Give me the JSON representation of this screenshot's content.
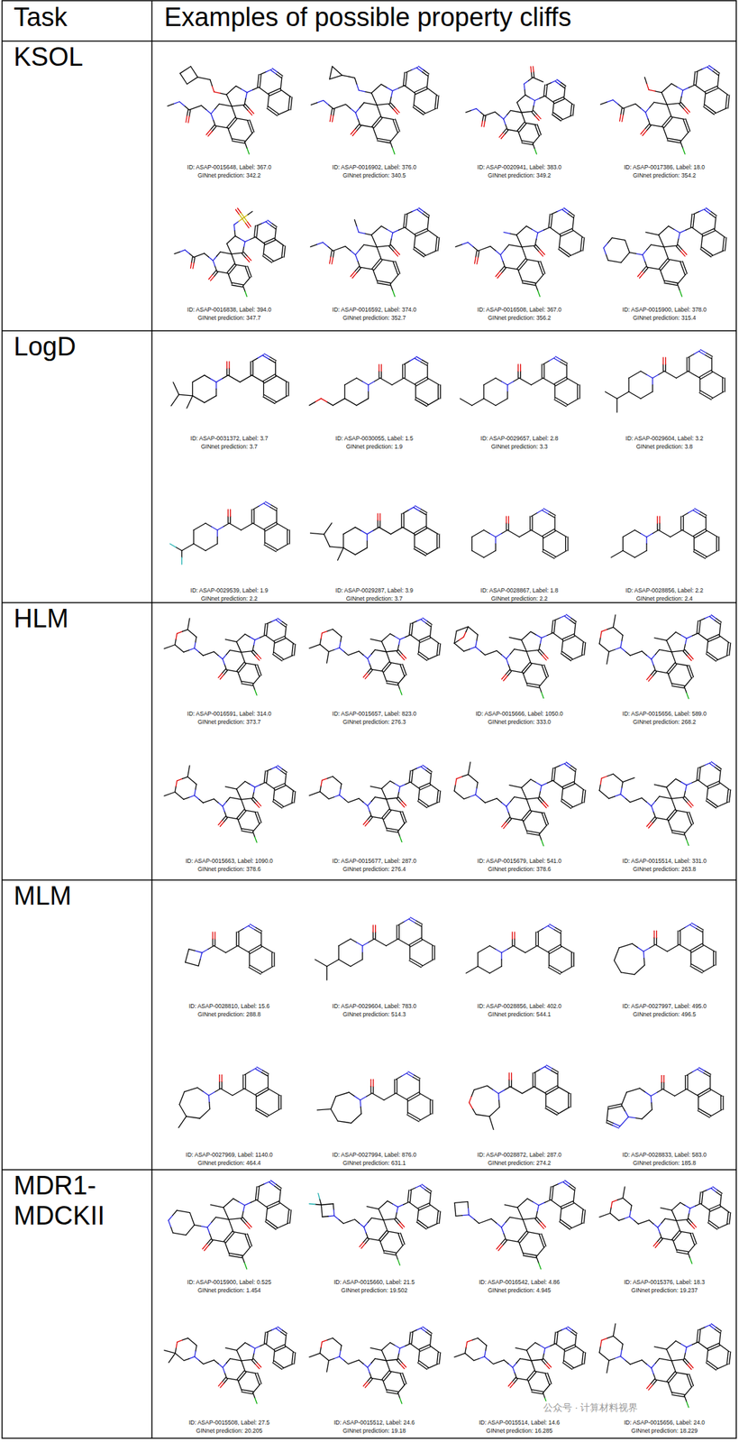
{
  "diagram": {
    "labels": [
      "Task",
      "Examples of possible property cliffs",
      "KSOL",
      "ID: ASAP-0015648, Label: 367.0",
      "GINnet prediction: 342.2",
      "ID: ASAP-0016902, Label: 376.0",
      "GINnet prediction: 340.5",
      "ID: ASAP-0020941, Label: 383.0",
      "GINnet prediction: 349.2",
      "ID: ASAP-0017386, Label: 18.0",
      "GINnet prediction: 354.2",
      "ID: ASAP-0016838, Label: 394.0",
      "GINnet prediction: 347.7",
      "ID: ASAP-0016592, Label: 374.0",
      "GINnet prediction: 352.7",
      "ID: ASAP-0016508, Label: 367.0",
      "GINnet prediction: 356.2",
      "ID: ASAP-0015900, Label: 378.0",
      "GINnet prediction: 315.4",
      "LogD",
      "ID: ASAP-0031372, Label: 3.7",
      "GINnet prediction: 3.7",
      "ID: ASAP-0030055, Label: 1.5",
      "GINnet prediction: 1.9",
      "ID: ASAP-0029657, Label: 2.8",
      "GINnet prediction: 3.3",
      "ID: ASAP-0029604, Label: 3.2",
      "GINnet prediction: 3.8",
      "ID: ASAP-0029539, Label: 1.9",
      "GINnet prediction: 2.2",
      "ID: ASAP-0029287, Label: 3.9",
      "GINnet prediction: 3.7",
      "ID: ASAP-0028867, Label: 1.8",
      "GINnet prediction: 2.2",
      "ID: ASAP-0028856, Label: 2.2",
      "GINnet prediction: 2.4",
      "HLM",
      "ID: ASAP-0016591, Label: 314.0",
      "GINnet prediction: 373.7",
      "ID: ASAP-0015657, Label: 823.0",
      "GINnet prediction: 276.3",
      "ID: ASAP-0015666, Label: 1050.0",
      "GINnet prediction: 333.0",
      "ID: ASAP-0015656, Label: 589.0",
      "GINnet prediction: 268.2",
      "ID: ASAP-0015663, Label: 1090.0",
      "GINnet prediction: 378.6",
      "ID: ASAP-0015677, Label: 287.0",
      "GINnet prediction: 276.4",
      "ID: ASAP-0015679, Label: 541.0",
      "GINnet prediction: 378.6",
      "ID: ASAP-0015514, Label: 331.0",
      "GINnet prediction: 263.8",
      "MLM",
      "ID: ASAP-0028810, Label: 15.6",
      "GINnet prediction: 288.8",
      "ID: ASAP-0029604, Label: 783.0",
      "GINnet prediction: 514.3",
      "ID: ASAP-0028856, Label: 402.0",
      "GINnet prediction: 544.1",
      "ID: ASAP-0027997, Label: 495.0",
      "GINnet prediction: 496.5",
      "ID: ASAP-0027969, Label: 1140.0",
      "GINnet prediction: 464.4",
      "ID: ASAP-0027994, Label: 876.0",
      "GINnet prediction: 631.1",
      "ID: ASAP-0028872, Label: 287.0",
      "GINnet prediction: 274.2",
      "ID: ASAP-0028833, Label: 583.0",
      "GINnet prediction: 185.8",
      "MDR1-MDCKII",
      "ID: ASAP-0015900, Label: 0.525",
      "GINnet prediction: 1.454",
      "ID: ASAP-0015660, Label: 21.5",
      "GINnet prediction: 19.502",
      "ID: ASAP-0016542, Label: 4.86",
      "GINnet prediction: 4.945",
      "ID: ASAP-0015376, Label: 18.3",
      "GINnet prediction: 19.237",
      "ID: ASAP-0015508, Label: 27.5",
      "GINnet prediction: 20.205",
      "ID: ASAP-0015512, Label: 24.6",
      "GINnet prediction: 19.18",
      "ID: ASAP-0015514, Label: 14.6",
      "GINnet prediction: 16.285",
      "ID: ASAP-0015656, Label: 24.0",
      "GINnet prediction: 18.229",
      "公众号 · 计算材料视界"
    ]
  }
}
